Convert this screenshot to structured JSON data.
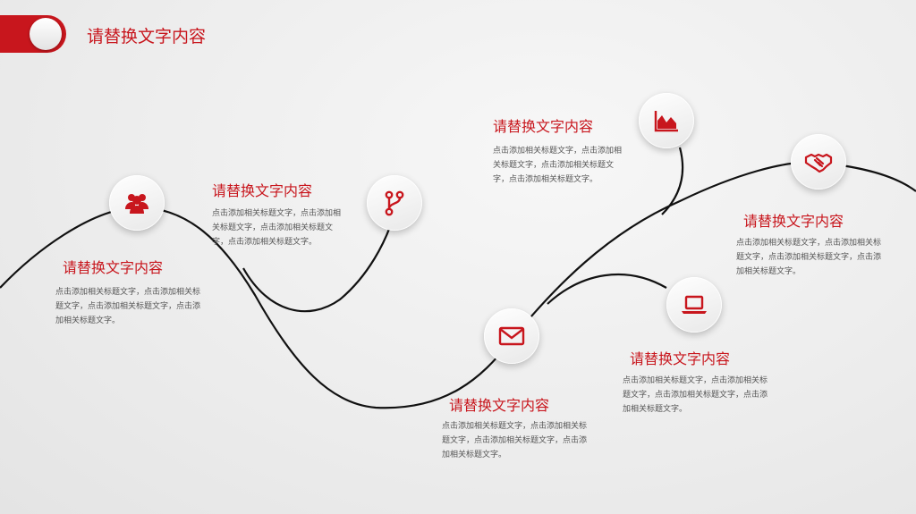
{
  "header": {
    "title": "请替换文字内容"
  },
  "items": [
    {
      "icon": "users-icon",
      "title": "请替换文字内容",
      "desc": "点击添加相关标题文字，点击添加相关标题文字，点击添加相关标题文字，点击添加相关标题文字。"
    },
    {
      "icon": "branch-icon",
      "title": "请替换文字内容",
      "desc": "点击添加相关标题文字，点击添加相关标题文字，点击添加相关标题文字，点击添加相关标题文字。"
    },
    {
      "icon": "mail-icon",
      "title": "请替换文字内容",
      "desc": "点击添加相关标题文字，点击添加相关标题文字，点击添加相关标题文字，点击添加相关标题文字。"
    },
    {
      "icon": "area-chart-icon",
      "title": "请替换文字内容",
      "desc": "点击添加相关标题文字，点击添加相关标题文字，点击添加相关标题文字，点击添加相关标题文字。"
    },
    {
      "icon": "laptop-icon",
      "title": "请替换文字内容",
      "desc": "点击添加相关标题文字，点击添加相关标题文字，点击添加相关标题文字，点击添加相关标题文字。"
    },
    {
      "icon": "handshake-icon",
      "title": "请替换文字内容",
      "desc": "点击添加相关标题文字，点击添加相关标题文字，点击添加相关标题文字，点击添加相关标题文字。"
    }
  ],
  "colors": {
    "accent": "#c8161d",
    "line": "#111111",
    "text": "#555555"
  }
}
